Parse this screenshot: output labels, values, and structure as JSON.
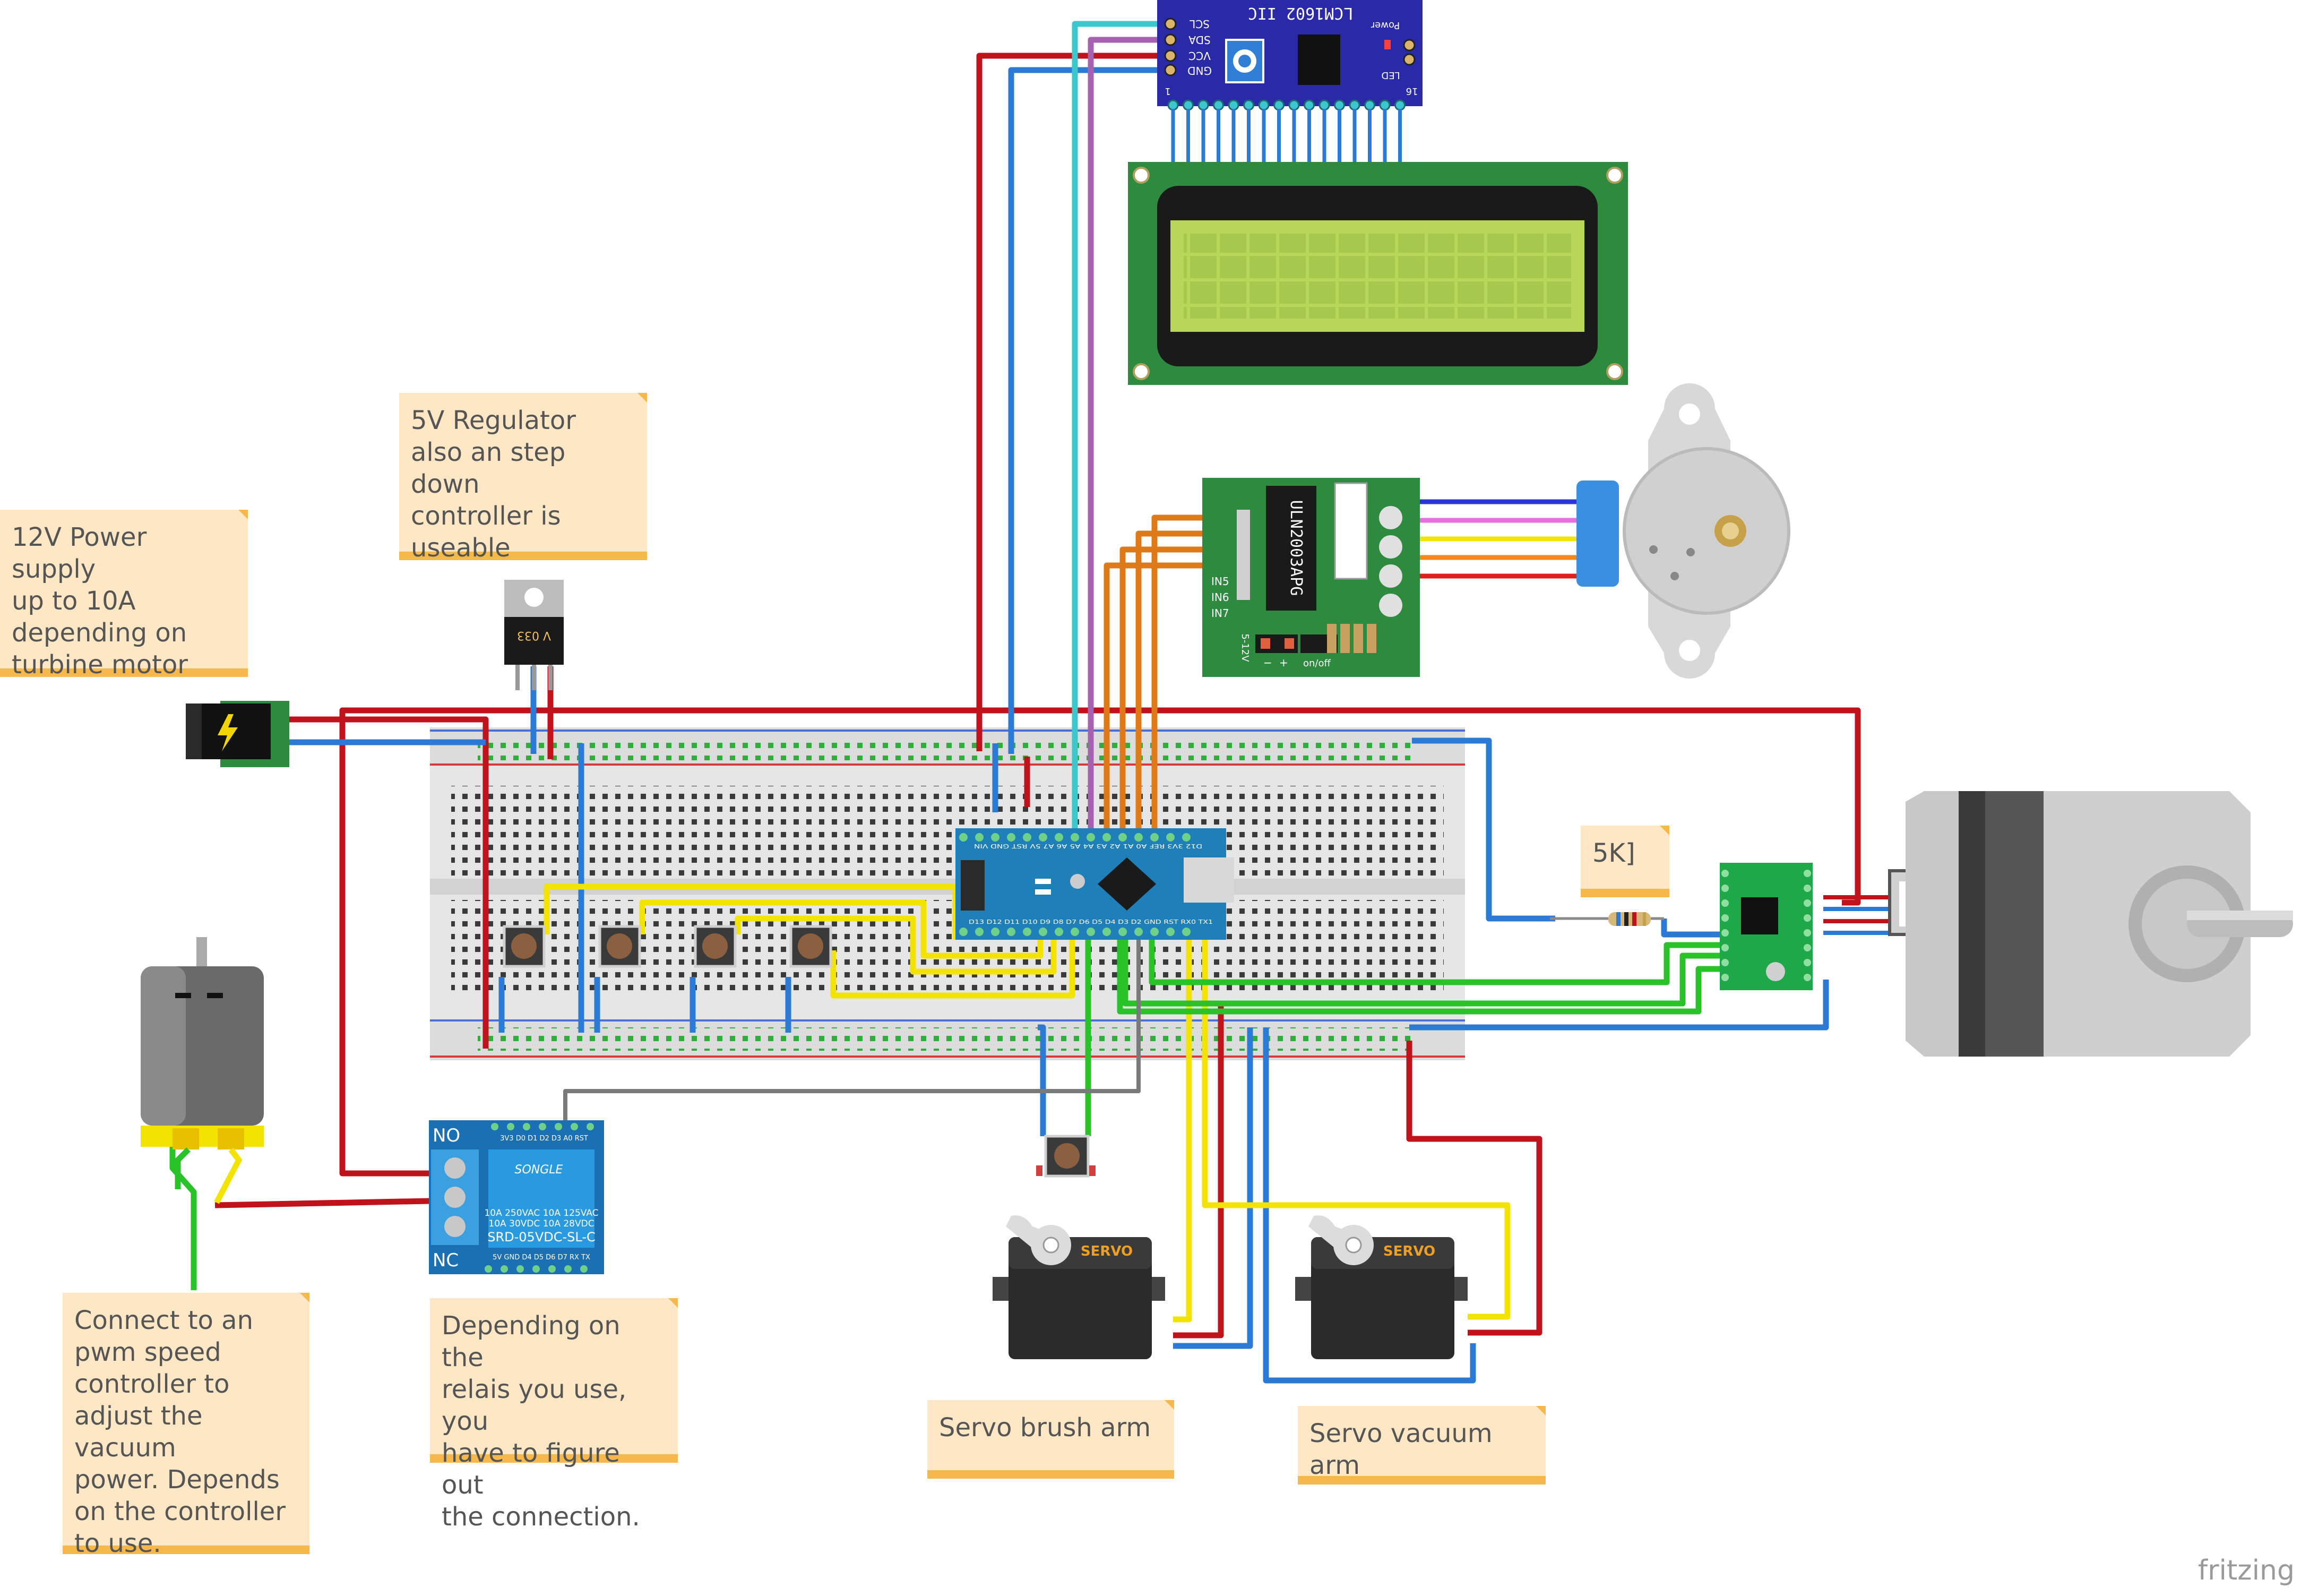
{
  "notes": {
    "power_supply": "12V Power supply\nup to 10A\ndepending on\nturbine motor",
    "regulator": "5V Regulator\nalso an step down\ncontroller is\nuseable",
    "motor": "Connect to an\npwm speed\ncontroller to\nadjust the vacuum\npower. Depends\non the controller\nto use.",
    "relay": "Depending on the\nrelais you use, you\nhave to figure out\nthe connection.",
    "servo_brush": "Servo brush arm",
    "servo_vacuum": "Servo vacuum arm",
    "resistor": "5K]"
  },
  "labels": {
    "lcd_module": "LCM1602 IIC",
    "lcd_power": "Power",
    "lcd_pins": [
      "SCL",
      "SDA",
      "VCC",
      "GND"
    ],
    "lcd_led": "LED",
    "lcd_pin_first": "1",
    "lcd_pin_last": "16",
    "driver_chip": "ULN2003APG",
    "driver_inputs": [
      "IN5",
      "IN6",
      "IN7"
    ],
    "driver_voltage": "5-12V",
    "driver_switch": "on/off",
    "driver_minus": "−",
    "driver_plus": "+",
    "regulator_mark": "V 033",
    "servo_label": "SERVO",
    "relay_no": "NO",
    "relay_nc": "NC",
    "relay_brand": "SONGLE",
    "relay_spec_1": "10A 250VAC   10A 125VAC",
    "relay_spec_2": "10A  30VDC   10A  28VDC",
    "relay_model": "SRD-05VDC-SL-C",
    "relay_top_pins": "3V3 D0 D1 D2 D3 A0 RST",
    "relay_bottom_pins": "5V GND D4 D5 D6 D7 RX TX",
    "nano_top_pins": "D12 3V3 REF A0 A1 A2 A3 A4 A5 A6 A7 5V RST GND VIN",
    "nano_bottom_pins": "D13 D12 D11 D10 D9 D8 D7 D6 D5 D4 D3 D2 GND RST RX0 TX1",
    "brand": "fritzing"
  },
  "colors": {
    "wire_red": "#c0121a",
    "wire_blue": "#2b7bd6",
    "wire_yellow": "#f2e300",
    "wire_green": "#29c229",
    "wire_orange": "#e07a18",
    "wire_cyan": "#3cc7cf",
    "wire_purple": "#a661b0",
    "wire_gray": "#7a7a7a",
    "note_bg": "#fde7c4",
    "note_border": "#f6b84a",
    "pcb_green": "#2e8a3e",
    "pcb_blue": "#1b6fb3",
    "lcd_screen": "#b7d65a"
  }
}
